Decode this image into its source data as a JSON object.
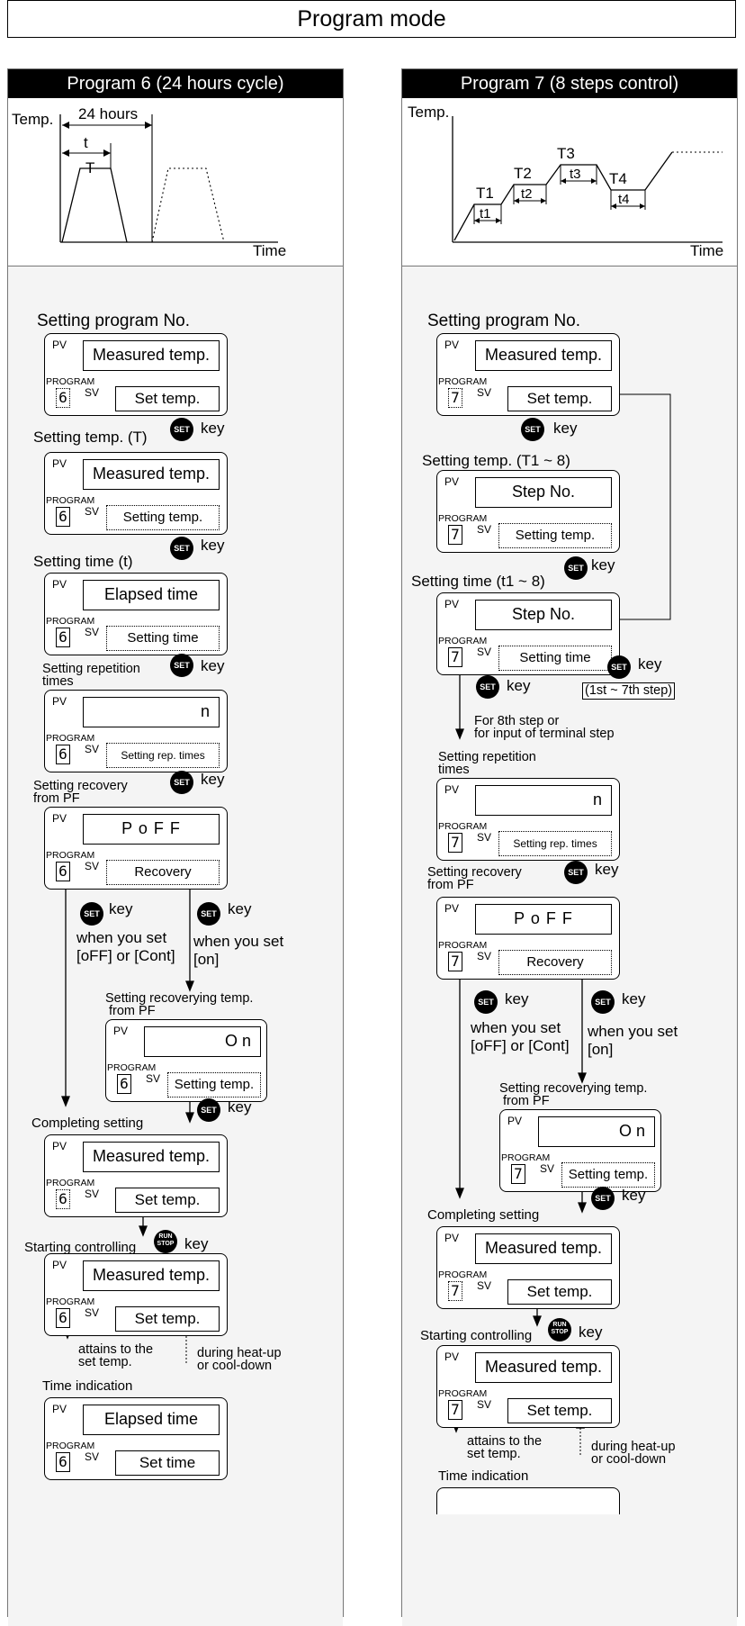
{
  "page_title": "Program mode",
  "program6": {
    "header": "Program 6 (24 hours cycle)",
    "graph": {
      "temp_label": "Temp.",
      "time_label": "Time",
      "cycle_label": "24 hours",
      "t_label": "t",
      "T_label": "T"
    },
    "steps": {
      "setting_program": "Setting program No.",
      "setting_temp": "Setting temp. (T)",
      "setting_time": "Setting time (t)",
      "setting_rep_1": "Setting repetition",
      "setting_rep_2": "times",
      "setting_recovery_1": "Setting recovery",
      "setting_recovery_2": "from PF",
      "setting_rec_temp_1": "Setting recoverying temp.",
      "setting_rec_temp_2": "from PF",
      "completing": "Completing setting",
      "starting": "Starting controlling",
      "time_indication": "Time indication"
    },
    "notes": {
      "when_off_1": "when you set",
      "when_off_2": "[oFF] or [Cont]",
      "when_on_1": "when you set",
      "when_on_2": "[on]",
      "attains_1": "attains to the",
      "attains_2": "set temp.",
      "heatup_1": "during heat-up",
      "heatup_2": "or cool-down"
    },
    "digit": "6"
  },
  "program7": {
    "header": "Program 7 (8 steps control)",
    "graph": {
      "temp_label": "Temp.",
      "time_label": "Time",
      "T1": "T1",
      "T2": "T2",
      "T3": "T3",
      "T4": "T4",
      "t1": "t1",
      "t2": "t2",
      "t3": "t3",
      "t4": "t4"
    },
    "steps": {
      "setting_program": "Setting program No.",
      "setting_temp": "Setting temp. (T1 ~ 8)",
      "setting_time": "Setting time (t1 ~ 8)",
      "setting_rep_1": "Setting repetition",
      "setting_rep_2": "times",
      "setting_recovery_1": "Setting recovery",
      "setting_recovery_2": "from PF",
      "setting_rec_temp_1": "Setting recoverying temp.",
      "setting_rec_temp_2": "from PF",
      "completing": "Completing setting",
      "starting": "Starting controlling",
      "time_indication": "Time indication"
    },
    "notes": {
      "loop_note": "(1st  ~ 7th step)",
      "eighth_1": "For 8th step or",
      "eighth_2": "for input of terminal step",
      "when_off_1": "when you set",
      "when_off_2": "[oFF] or [Cont]",
      "when_on_1": "when you set",
      "when_on_2": "[on]",
      "attains_1": "attains to the",
      "attains_2": "set temp.",
      "heatup_1": "during heat-up",
      "heatup_2": "or cool-down"
    },
    "digit": "7"
  },
  "display": {
    "pv": "PV",
    "sv": "SV",
    "program": "PROGRAM",
    "measured_temp": "Measured temp.",
    "set_temp": "Set temp.",
    "setting_temp": "Setting temp.",
    "elapsed_time": "Elapsed time",
    "setting_time": "Setting time",
    "n": "n",
    "setting_rep": "Setting rep. times",
    "poff": "P   o   F   F",
    "recovery": "Recovery",
    "on": "O   n",
    "step_no": "Step No.",
    "set_time": "Set time"
  },
  "keys": {
    "set": "SET",
    "run_1": "RUN",
    "run_2": "STOP",
    "key_word": "key"
  }
}
